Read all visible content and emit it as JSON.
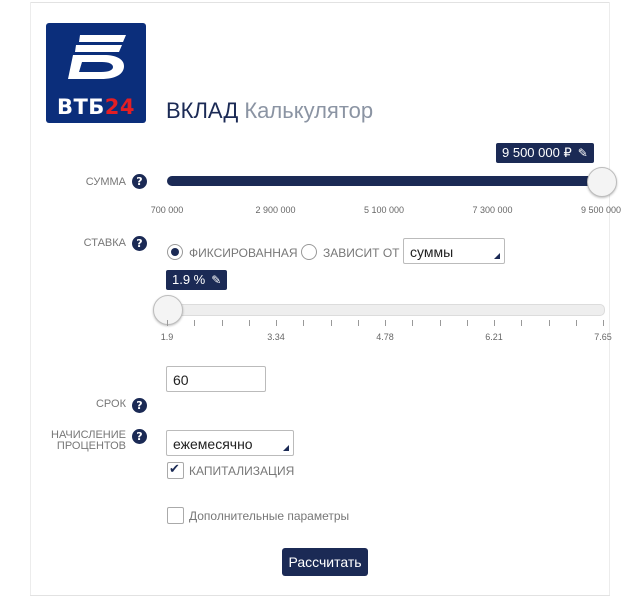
{
  "logo": {
    "text_main": "ВТБ",
    "text_accent": "24"
  },
  "title": {
    "main": "ВКЛАД",
    "sub": "Калькулятор"
  },
  "amount": {
    "label": "СУММА",
    "help": "?",
    "value_display": "9 500 000 ₽",
    "value_fraction": 1.0,
    "ticks": [
      "700 000",
      "2 900 000",
      "5 100 000",
      "7 300 000",
      "9 500 000"
    ]
  },
  "rate": {
    "label": "СТАВКА",
    "help": "?",
    "options": {
      "fixed": "ФИКСИРОВАННАЯ",
      "depends": "ЗАВИСИТ ОТ"
    },
    "selected": "fixed",
    "depends_select": "суммы",
    "value_display": "1.9 %",
    "value_fraction": 0.0,
    "ticks": [
      "1.9",
      "3.34",
      "4.78",
      "6.21",
      "7.65"
    ]
  },
  "term": {
    "label": "СРОК",
    "help": "?",
    "value": "60"
  },
  "interest": {
    "label_line1": "НАЧИСЛЕНИЕ",
    "label_line2": "ПРОЦЕНТОВ",
    "help": "?",
    "frequency": "ежемесячно",
    "capitalization_label": "КАПИТАЛИЗАЦИЯ",
    "capitalization_checked": true
  },
  "additional": {
    "label": "Дополнительные параметры",
    "checked": false
  },
  "submit": {
    "label": "Рассчитать"
  },
  "colors": {
    "brand_navy": "#1b2a55",
    "logo_blue": "#0b2e7b",
    "logo_red": "#e31e24"
  }
}
